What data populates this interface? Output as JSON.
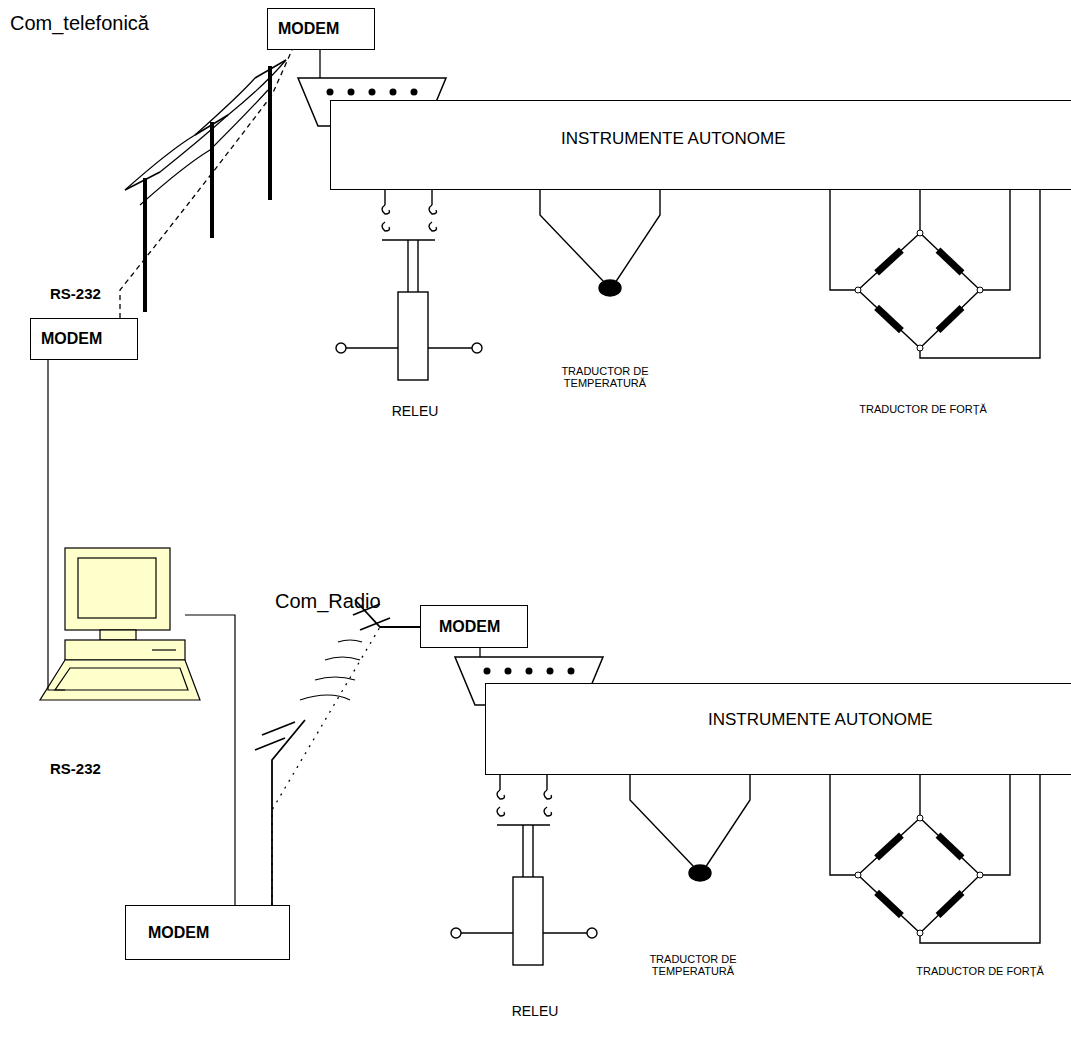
{
  "diagram": {
    "nodes": [
      {
        "text": [
          "MODEM"
        ]
      },
      {
        "text": [
          "INSTRUMENTE AUTONOME"
        ]
      },
      {
        "text": [
          "MODEM"
        ]
      },
      {
        "text": [
          "MODEM"
        ]
      },
      {
        "text": [
          "INSTRUMENTE AUTONOME"
        ]
      },
      {
        "text": [
          "MODEM"
        ]
      }
    ],
    "edges": [
      {
        "from": 0,
        "to": 1,
        "arrow": "none"
      },
      {
        "from": 2,
        "to": 0,
        "arrow": "none"
      },
      {
        "from": 5,
        "to": 3,
        "arrow": "none"
      },
      {
        "from": 3,
        "to": 4,
        "arrow": "none"
      }
    ],
    "labels": [
      "Com_telefonică",
      "RS-232",
      "Com_Radio",
      "RS-232",
      "RELEU",
      "TRADUCTOR DE TEMPERATURĂ",
      "TRADUCTOR DE FORȚĂ",
      "RELEU",
      "TRADUCTOR DE TEMPERATURĂ",
      "TRADUCTOR DE FORȚĂ"
    ]
  }
}
